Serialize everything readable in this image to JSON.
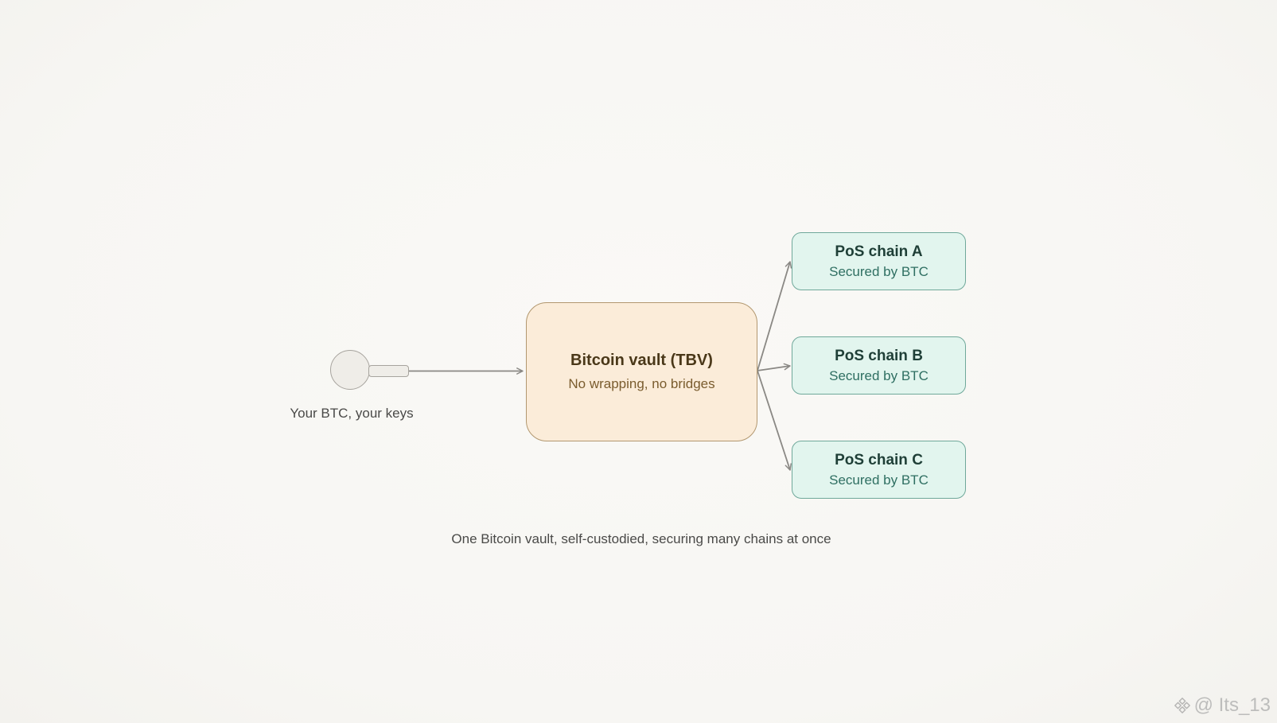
{
  "diagram": {
    "key": {
      "label": "Your BTC, your keys"
    },
    "vault": {
      "title": "Bitcoin vault (TBV)",
      "subtitle": "No wrapping, no bridges"
    },
    "chains": [
      {
        "title": "PoS chain A",
        "subtitle": "Secured by BTC"
      },
      {
        "title": "PoS chain B",
        "subtitle": "Secured by BTC"
      },
      {
        "title": "PoS chain C",
        "subtitle": "Secured by BTC"
      }
    ],
    "caption": "One Bitcoin vault, self-custodied, securing many chains at once"
  },
  "watermark": {
    "text": "@ Its_13",
    "icon": "binance-logo-icon"
  },
  "colors": {
    "vault_fill": "#fbecd9",
    "vault_border": "#b2976f",
    "chain_fill": "#e2f5ee",
    "chain_border": "#6fa89a",
    "connector": "#8a8884"
  }
}
